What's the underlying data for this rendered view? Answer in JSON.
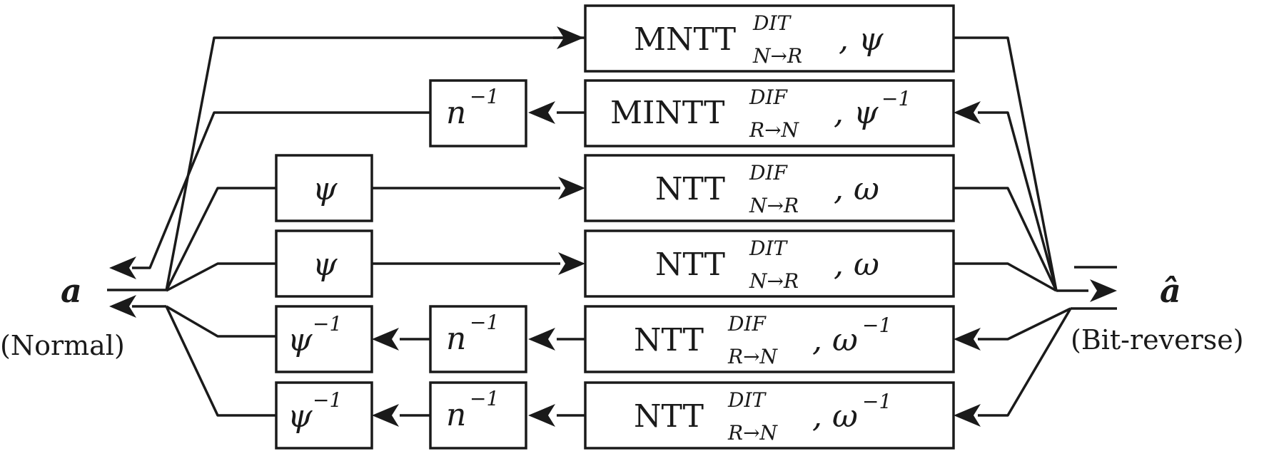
{
  "left_node": {
    "symbol": "a",
    "caption": "(Normal)"
  },
  "right_node": {
    "symbol": "â",
    "caption": "(Bit-reverse)"
  },
  "blocks": [
    {
      "base": "MNTT",
      "sup": "DIT",
      "sub": "N→R",
      "param": ", ψ"
    },
    {
      "base": "MINTT",
      "sup": "DIF",
      "sub": "R→N",
      "param": ", ψ",
      "param_sup": "−1"
    },
    {
      "base": "NTT",
      "sup": "DIF",
      "sub": "N→R",
      "param": ", ω"
    },
    {
      "base": "NTT",
      "sup": "DIT",
      "sub": "N→R",
      "param": ", ω"
    },
    {
      "base": "NTT",
      "sup": "DIF",
      "sub": "R→N",
      "param": ", ω",
      "param_sup": "−1"
    },
    {
      "base": "NTT",
      "sup": "DIT",
      "sub": "R→N",
      "param": ", ω",
      "param_sup": "−1"
    }
  ],
  "scale_boxes": {
    "n_inv": {
      "base": "n",
      "sup": "−1"
    },
    "psi": {
      "base": "ψ"
    },
    "psi_inv": {
      "base": "ψ",
      "sup": "−1"
    }
  },
  "colors": {
    "line": "#1a1a1a",
    "background": "#ffffff"
  }
}
